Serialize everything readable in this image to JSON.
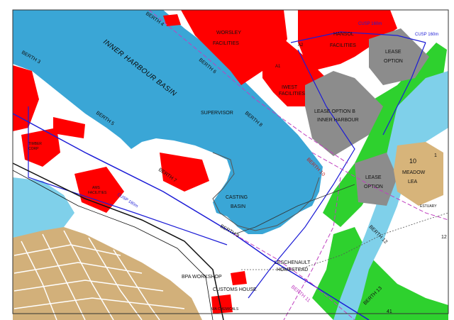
{
  "colors": {
    "water": "#3aa6d6",
    "water_light": "#7fd0ea",
    "facility": "#ff0000",
    "lease": "#8c8c8c",
    "meadow": "#d7b47a",
    "green": "#2ed12e",
    "road_blue": "#1c1cd6",
    "magenta": "#c040c0",
    "tan": "#d2b07a",
    "land": "#ffffff"
  },
  "labels": {
    "inner_harbour_basin": "INNER HARBOUR BASIN",
    "worsley_facilities": "WORSLEY FACILITIES",
    "hansol_facilities": "HANSOL FACILITIES",
    "lease_option_top": "LEASE OPTION",
    "iwest_facilities": "IWEST FACILITIES",
    "supervisor": "SUPERVISOR",
    "lease_option_b": "LEASE OPTION B INNER HARBOUR",
    "timber_corp": "TIMBER CORP",
    "ams_facilities": "AMS FACILITIES",
    "casting_basin": "CASTING BASIN",
    "lease_option_right": "LEASE OPTION",
    "meadow_lea": "MEADOW LEA",
    "meadow_num": "10",
    "bpa_workshop": "BPA WORKSHOP",
    "customs_house": "CUSTOMS HOUSE",
    "leschenault": "LESCHENAULT HOMESTEAD",
    "wa_chemicals": "WA CHEMICALS",
    "num_12": "12",
    "num_41": "41",
    "num_1": "1",
    "estuary": "ESTUARY",
    "a1": "A1",
    "a2": "A2"
  },
  "berths": {
    "b3": "BERTH 3",
    "b4": "BERTH 4",
    "b5": "BERTH 5",
    "b6": "BERTH 6",
    "b7": "BERTH 7",
    "b8": "BERTH 8",
    "b9": "BERTH 9",
    "b10": "BERTH 10",
    "b11": "BERTH 11",
    "b12": "BERTH 12",
    "b13": "BERTH 13"
  },
  "road_labels": {
    "r1": "CUSP 180m",
    "r2": "CUSP 160m",
    "r3": "CUSP 160m"
  }
}
